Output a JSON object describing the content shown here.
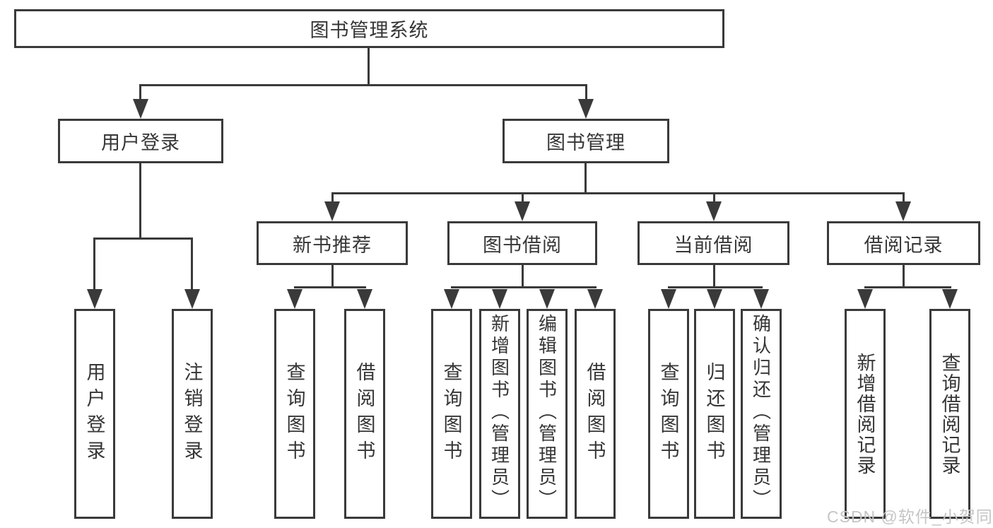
{
  "diagram": {
    "root": {
      "label": "图书管理系统"
    },
    "branches": [
      {
        "label": "用户登录",
        "children": [
          {
            "label": "用户登录"
          },
          {
            "label": "注销登录"
          }
        ]
      },
      {
        "label": "图书管理",
        "children": [
          {
            "label": "新书推荐",
            "children": [
              {
                "label": "查询图书"
              },
              {
                "label": "借阅图书"
              }
            ]
          },
          {
            "label": "图书借阅",
            "children": [
              {
                "label": "查询图书"
              },
              {
                "label": "新增图书（管理员）"
              },
              {
                "label": "编辑图书（管理员）"
              },
              {
                "label": "借阅图书"
              }
            ]
          },
          {
            "label": "当前借阅",
            "children": [
              {
                "label": "查询图书"
              },
              {
                "label": "归还图书"
              },
              {
                "label": "确认归还（管理员）"
              }
            ]
          },
          {
            "label": "借阅记录",
            "children": [
              {
                "label": "新增借阅记录"
              },
              {
                "label": "查询借阅记录"
              }
            ]
          }
        ]
      }
    ]
  },
  "watermark": {
    "text": "CSDN @软件_小贺同学",
    "color": "#c5c5c5"
  },
  "colors": {
    "line": "#3a3a3a",
    "text": "#363636",
    "background": "#ffffff"
  }
}
